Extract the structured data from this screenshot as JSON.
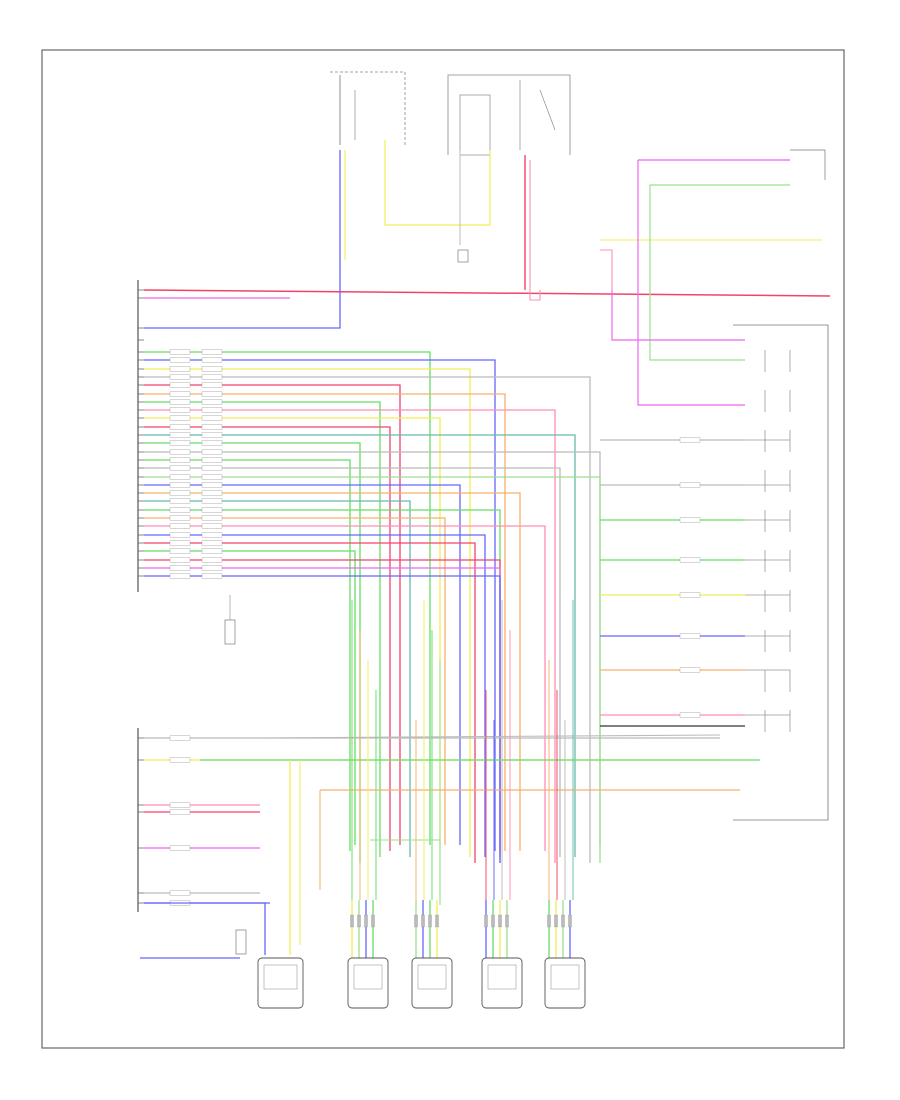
{
  "footer": {
    "page_code": ""
  },
  "title_block": {
    "main_caption": ""
  },
  "modules": {
    "driver_seat_module": {
      "caption": "",
      "pin_labels": []
    },
    "seat_switch_module": {
      "caption": "",
      "pin_labels": []
    }
  },
  "motors": [
    {
      "id": "m1",
      "caption": ""
    },
    {
      "id": "m2",
      "caption": ""
    },
    {
      "id": "m3",
      "caption": ""
    },
    {
      "id": "m4",
      "caption": ""
    },
    {
      "id": "m5",
      "caption": ""
    }
  ],
  "wire_colors": {
    "red": "#f2446b",
    "pink": "#ff8fb0",
    "magenta": "#ee66ee",
    "green": "#66dd66",
    "lightgreen": "#9ae08c",
    "blue": "#6666ff",
    "yellow": "#f0ee55",
    "orange": "#f5b06a",
    "gray": "#bbbbbb",
    "teal": "#66bbaa",
    "lightblue": "#99aaff",
    "black": "#333333"
  }
}
